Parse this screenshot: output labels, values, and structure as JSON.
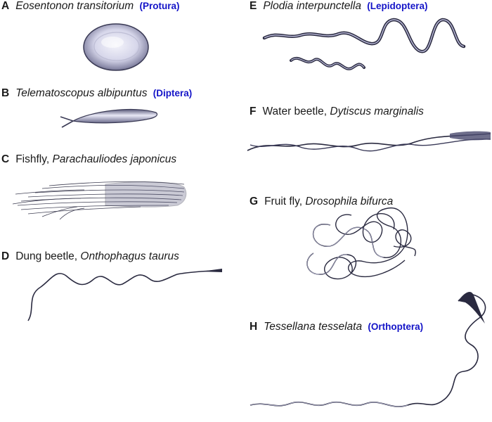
{
  "panels": [
    {
      "letter": "A",
      "common": "",
      "species": "Eosentonon transitorium",
      "order": "(Protura)"
    },
    {
      "letter": "B",
      "common": "",
      "species": "Telematoscopus albipuntus",
      "order": "(Diptera)"
    },
    {
      "letter": "C",
      "common": "Fishfly, ",
      "species": "Parachauliodes japonicus",
      "order": ""
    },
    {
      "letter": "D",
      "common": "Dung beetle, ",
      "species": "Onthophagus taurus",
      "order": ""
    },
    {
      "letter": "E",
      "common": "",
      "species": "Plodia interpunctella",
      "order": "(Lepidoptera)"
    },
    {
      "letter": "F",
      "common": "Water beetle, ",
      "species": "Dytiscus marginalis",
      "order": ""
    },
    {
      "letter": "G",
      "common": "Fruit fly, ",
      "species": "Drosophila bifurca",
      "order": ""
    },
    {
      "letter": "H",
      "common": "",
      "species": "Tessellana tesselata",
      "order": "(Orthoptera)"
    }
  ],
  "colors": {
    "label": "#1a1a1a",
    "order": "#1414c8",
    "sperm_dark": "#2a2a40",
    "sperm_light": "#c8c8e8"
  }
}
